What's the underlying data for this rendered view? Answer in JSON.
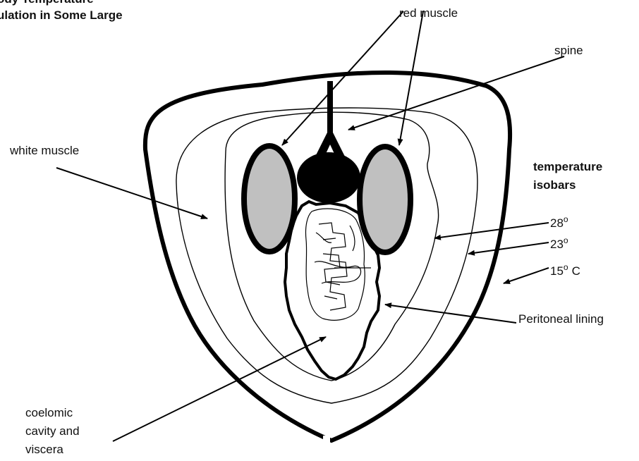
{
  "title": {
    "line1": "ody Temperature",
    "line2": "ulation in Some Large"
  },
  "labels": {
    "red_muscle": "red muscle",
    "spine": "spine",
    "white_muscle": "white muscle",
    "temperature": "temperature",
    "isobars": "isobars",
    "iso_28_value": "28",
    "iso_23_value": "23",
    "iso_15_value": "15",
    "degree_mark": "o",
    "iso_15_unit": "C",
    "peritoneal": "Peritoneal lining",
    "coelomic_1": "coelomic",
    "coelomic_2": "cavity and",
    "coelomic_3": "viscera"
  },
  "colors": {
    "ink": "#000000",
    "red_muscle_fill": "#c0c0c0",
    "spine_fill": "#000000",
    "background": "#ffffff"
  }
}
